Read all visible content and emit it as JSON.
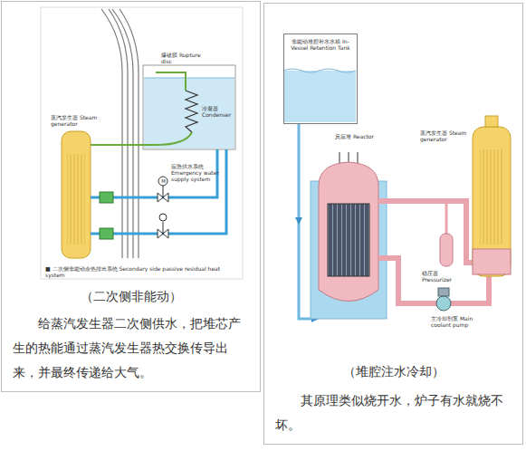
{
  "diagram": {
    "nodes": [
      {
        "text": [
          "（二次侧非能动）",
          "给蒸汽发生器二次侧供水，把堆芯产生的热能通过蒸汽发生器热交换传导出来，并最终传递给大气。"
        ]
      },
      {
        "text": [
          "（堆腔注水冷却）",
          "其原理类似烧开水，炉子有水就烧不坏。"
        ]
      },
      {
        "text": [
          "非能动堆腔补水水箱 In-Vessel Retention Tank"
        ],
        "in": 1
      }
    ],
    "labels": [
      "爆破膜 Rupture disc",
      "冷凝器 Condenser",
      "蒸汽发生器 Steam generator",
      "应急供水系统 Emergency water supply system",
      "M",
      "■ 二次侧非能动余热排出系统 Secondary side passive residual heat system",
      "反应堆 Reactor",
      "蒸汽发生器 Steam generator",
      "稳压器 Pressurizer",
      "主冷却剂泵 Main coolant pump"
    ]
  }
}
